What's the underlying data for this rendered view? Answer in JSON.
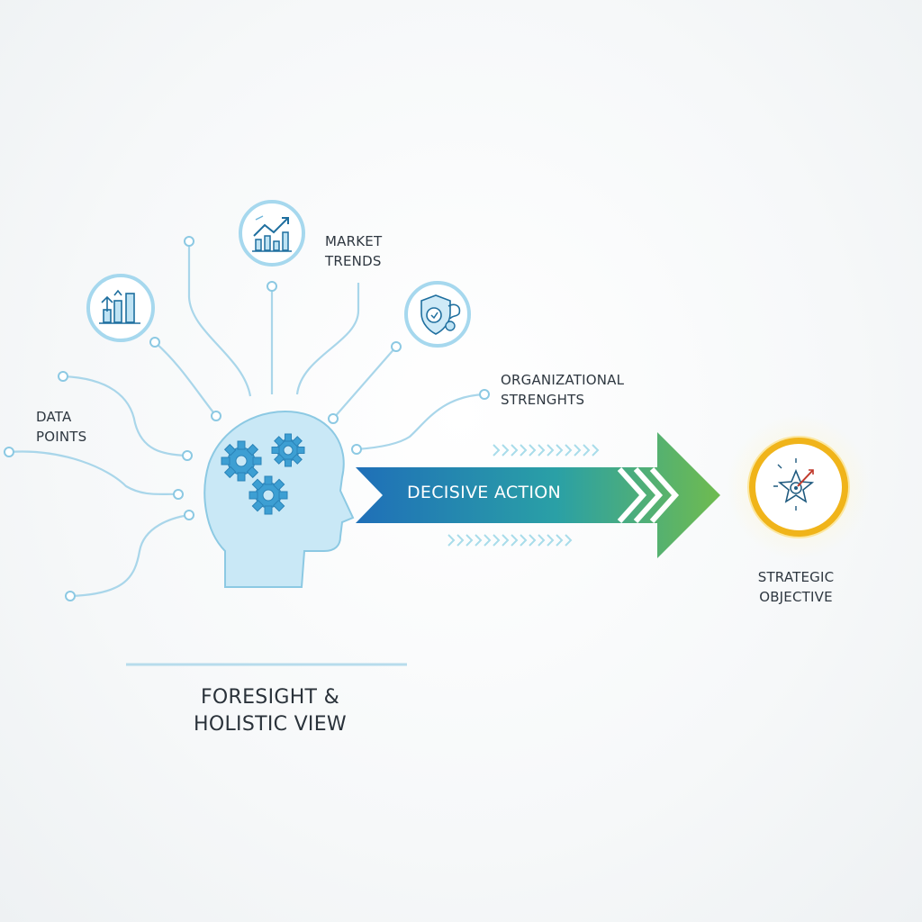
{
  "labels": {
    "data_points": [
      "DATA",
      "POINTS"
    ],
    "market_trends": [
      "MARKET",
      "TRENDS"
    ],
    "organizational_strengths": [
      "ORGANIZATIONAL",
      "STRENGHTS"
    ],
    "strategic_objective": [
      "STRATEGIC",
      "OBJECTIVE"
    ],
    "caption": [
      "FORESIGHT &",
      "HOLISTIC VIEW"
    ],
    "action": "DECISIVE ACTION"
  },
  "icons": {
    "head": "head-with-gears-icon",
    "growth": "bar-chart-growth-icon",
    "trend": "trend-line-chart-icon",
    "strength": "shield-strength-icon",
    "target": "target-star-arrow-icon"
  },
  "colors": {
    "line": "#9ecfe6",
    "head_fill": "#c9e8f6",
    "gear": "#3d9fd3",
    "arrow_start": "#1f6fb8",
    "arrow_end": "#6fbb4f",
    "gold": "#f0b41a"
  }
}
